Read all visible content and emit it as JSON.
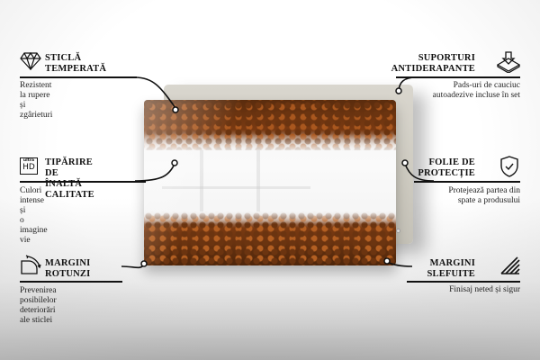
{
  "product": {
    "type": "glass-panel-with-standoffs",
    "image_subject": "coffee-beans",
    "colors": {
      "bean_dark": "#5a2c0d",
      "bean_light": "#a9571e",
      "panel_back": "#d1cec5",
      "line": "#111111"
    }
  },
  "features": {
    "tempered_glass": {
      "icon": "diamond-icon",
      "title_line1": "Sticlă",
      "title_line2": "temperată",
      "desc_line1": "Rezistent la rupere",
      "desc_line2": "și zgârieturi"
    },
    "hd_print": {
      "icon": "ultra-hd-icon",
      "icon_small": "ultra",
      "icon_big": "HD",
      "title_line1": "Tipărire de",
      "title_line2": "înaltă calitate",
      "desc_line1": "Culori intense și",
      "desc_line2": "o imagine vie"
    },
    "rounded_edges": {
      "icon": "rounded-corner-icon",
      "title_line1": "Margini",
      "title_line2": "rotunzi",
      "desc_line1": "Prevenirea posibilelor deteriorări",
      "desc_line2": "ale sticlei"
    },
    "anti_slip": {
      "icon": "anti-slip-pad-icon",
      "title_line1": "Suporturi",
      "title_line2": "antiderapante",
      "desc_line1": "Pads-uri de cauciuc",
      "desc_line2": "autoadezive incluse în set"
    },
    "protective_film": {
      "icon": "shield-check-icon",
      "title_line1": "Folie de",
      "title_line2": "protecție",
      "desc_line1": "Protejează partea din",
      "desc_line2": "spate a produsului"
    },
    "polished_edges": {
      "icon": "polished-edge-icon",
      "title_line1": "Margini",
      "title_line2": "slefuite",
      "desc_line1": "Finisaj neted și sigur"
    }
  }
}
